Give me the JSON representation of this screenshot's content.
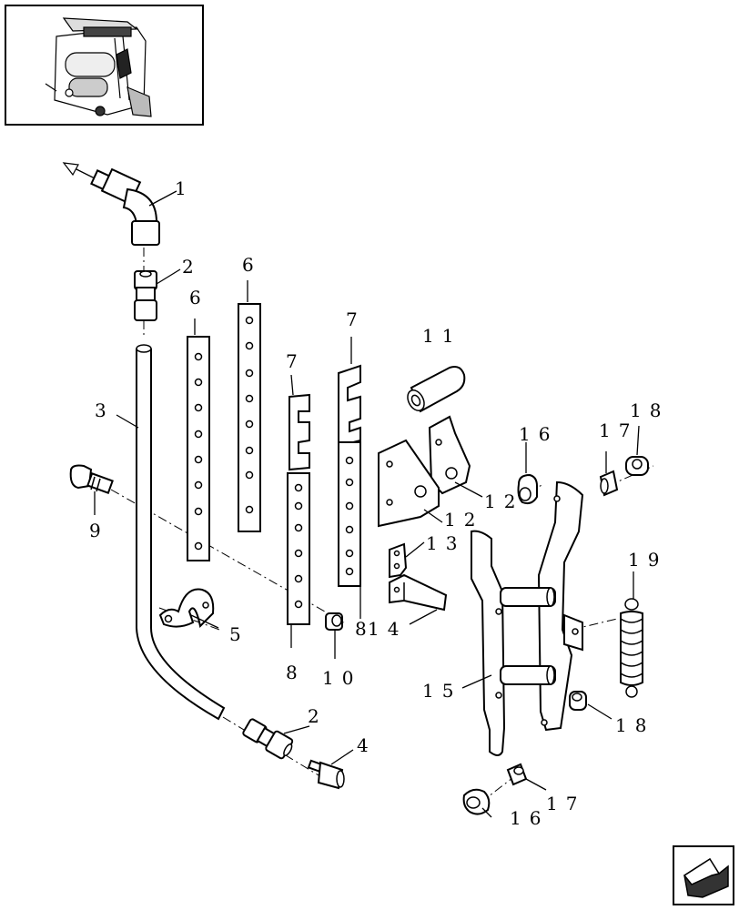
{
  "callouts": {
    "c1": "1",
    "c2a": "2",
    "c2b": "2",
    "c3": "3",
    "c4": "4",
    "c5": "5",
    "c6a": "6",
    "c6b": "6",
    "c7a": "7",
    "c7b": "7",
    "c8a": "8",
    "c8b": "8",
    "c9": "9",
    "c10": "10",
    "c11": "11",
    "c12a": "12",
    "c12b": "12",
    "c13": "13",
    "c14": "14",
    "c15": "15",
    "c16a": "16",
    "c16b": "16",
    "c17a": "17",
    "c17b": "17",
    "c18a": "18",
    "c18b": "18",
    "c19": "19"
  },
  "icons": {
    "locator": "machine-locator-thumbnail",
    "nav": "next-page-arrow-icon"
  }
}
